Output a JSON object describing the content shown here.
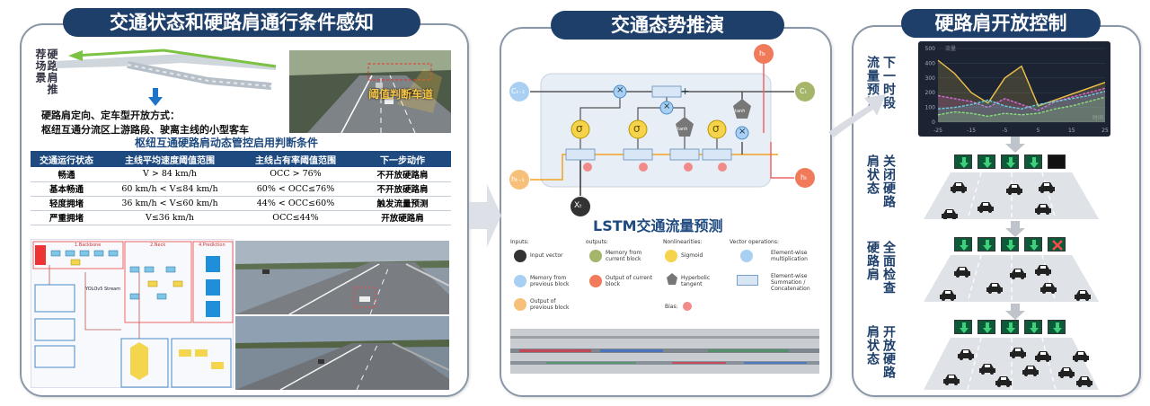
{
  "panels": {
    "left": {
      "title": "交通状态和硬路肩通行条件感知"
    },
    "middle": {
      "title": "交通态势推演"
    },
    "right": {
      "title": "硬路肩开放控制"
    }
  },
  "left": {
    "vertical_label": "硬路肩推荐场景",
    "strategy_line1": "硬路肩定向、定车型开放方式：",
    "strategy_line2": "枢纽互通分流区上游路段、驶离主线的小型客车",
    "photo_label": "阈值判断车道",
    "table_title": "枢纽互通硬路肩动态管控启用判断条件",
    "table": {
      "headers": [
        "交通运行状态",
        "主线平均速度阈值范围",
        "主线占有率阈值范围",
        "下一步动作"
      ],
      "rows": [
        [
          "畅通",
          "V > 84 km/h",
          "OCC > 76%",
          "不开放硬路肩"
        ],
        [
          "基本畅通",
          "60 km/h < V≤84 km/h",
          "60% < OCC≤76%",
          "不开放硬路肩"
        ],
        [
          "轻度拥堵",
          "36 km/h < V≤60 km/h",
          "44% < OCC≤60%",
          "触发流量预测"
        ],
        [
          "严重拥堵",
          "V≤36 km/h",
          "OCC≤44%",
          "开放硬路肩"
        ]
      ]
    },
    "network": {
      "stage1": "1.Backbone",
      "stage2": "2.Neck",
      "stage3": "4.Prediction",
      "label_a": "YOLOv5 Stream"
    }
  },
  "middle": {
    "lstm_title": "LSTM交通流量预测",
    "cell": {
      "c_prev": "Cₜ₋₁",
      "h_prev": "hₜ₋₁",
      "x": "Xₜ",
      "c_out": "Cₜ",
      "h_out": "hₜ",
      "h_top": "hₜ",
      "sigma": "σ",
      "times": "×",
      "plus": "+",
      "tanh": "tanh"
    },
    "legend": {
      "inputs": "Inputs:",
      "outputs": "outputs:",
      "nonlin": "Nonlinearities:",
      "vecops": "Vector operations:",
      "input_vector": "Input vector",
      "mem_prev": "Memory from previous block",
      "out_prev": "Output of previous block",
      "mem_cur": "Memory from current block",
      "out_cur": "Output of current block",
      "sigmoid": "Sigmoid",
      "tanh": "Hyperbolic tangent",
      "bias": "Bias:",
      "mult": "Element-wise multiplication",
      "sum": "Element-wise Summation / Concatenation"
    }
  },
  "right": {
    "label_predict": "下一时段流量预测",
    "label_closed": "关闭硬路肩状态",
    "label_check": "全面检查硬路肩",
    "label_open": "开放硬路肩状态",
    "chart_unit": "流量",
    "chart_xunit": "时间"
  },
  "chart_data": {
    "type": "area",
    "xlabel": "时间",
    "ylabel": "流量",
    "x": [
      -25,
      -20,
      -15,
      -10,
      -5,
      0,
      5,
      10,
      15,
      20,
      25
    ],
    "xticks": [
      -25,
      -15,
      -5,
      5,
      15,
      25
    ],
    "ylim": [
      0,
      500
    ],
    "yticks": [
      0,
      100,
      200,
      300,
      400,
      500
    ],
    "series": [
      {
        "values": [
          420,
          330,
          200,
          130,
          300,
          380,
          110,
          150,
          190,
          230,
          270
        ],
        "color": "#f0c04a"
      },
      {
        "values": [
          180,
          160,
          140,
          100,
          160,
          120,
          80,
          140,
          170,
          200,
          230
        ],
        "color": "#d86ad8"
      },
      {
        "values": [
          90,
          100,
          120,
          150,
          110,
          90,
          120,
          140,
          160,
          180,
          210
        ],
        "color": "#6ad0e0"
      },
      {
        "values": [
          50,
          70,
          60,
          40,
          60,
          50,
          60,
          90,
          110,
          140,
          170
        ],
        "color": "#8ae07a"
      }
    ]
  },
  "lanes": {
    "closed": [
      "down",
      "down",
      "down",
      "down",
      "closed"
    ],
    "check": [
      "down",
      "down",
      "down",
      "down",
      "x"
    ],
    "open": [
      "down",
      "down",
      "down",
      "down",
      "down"
    ]
  },
  "colors": {
    "title_bg": "#1e3f6a",
    "table_header": "#1e4a80",
    "accent_red": "#e05050",
    "lane_green": "#0c5a3a"
  }
}
